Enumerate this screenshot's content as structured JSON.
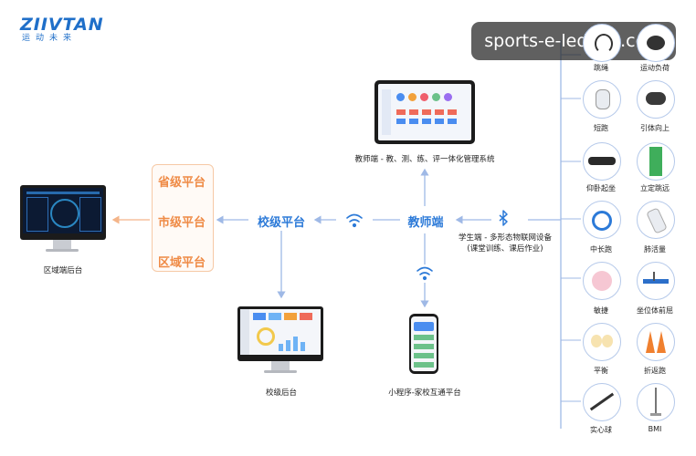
{
  "brand": {
    "logo_text": "ZIIVTAN",
    "tagline": "运动未来"
  },
  "watermark": "sports-e-ledong.com",
  "nodes": {
    "teacher_system": "教师端 - 教、测、练、评一体化管理系统",
    "district_backend": "区域端后台",
    "school_backend": "校级后台",
    "mini_program": "小程序-家校互通平台",
    "student_devices": "学生端 - 多形态物联网设备",
    "student_devices_sub": "(课堂训练、课后作业)"
  },
  "levels": {
    "province": "省级平台",
    "city": "市级平台",
    "district": "区域平台",
    "school": "校级平台",
    "teacher": "教师端"
  },
  "devices": [
    {
      "label": "跳绳",
      "icon": "jump-rope-icon"
    },
    {
      "label": "运动负荷",
      "icon": "load-monitor-icon"
    },
    {
      "label": "短跑",
      "icon": "sprint-sensor-icon"
    },
    {
      "label": "引体向上",
      "icon": "pull-up-sensor-icon"
    },
    {
      "label": "仰卧起坐",
      "icon": "sit-up-band-icon"
    },
    {
      "label": "立定跳远",
      "icon": "long-jump-mat-icon"
    },
    {
      "label": "中长跑",
      "icon": "wristband-icon"
    },
    {
      "label": "肺活量",
      "icon": "spirometer-icon"
    },
    {
      "label": "敏捷",
      "icon": "agility-pad-icon"
    },
    {
      "label": "坐位体前屈",
      "icon": "sit-reach-icon"
    },
    {
      "label": "平衡",
      "icon": "balance-pad-icon"
    },
    {
      "label": "折返跑",
      "icon": "cone-icon"
    },
    {
      "label": "实心球",
      "icon": "solid-ball-icon"
    },
    {
      "label": "BMI",
      "icon": "height-scale-icon"
    }
  ],
  "colors": {
    "blue": "#2c7ad8",
    "orange": "#ef8a45",
    "line_blue": "#9fb9e6",
    "line_orange": "#f4b58a"
  }
}
